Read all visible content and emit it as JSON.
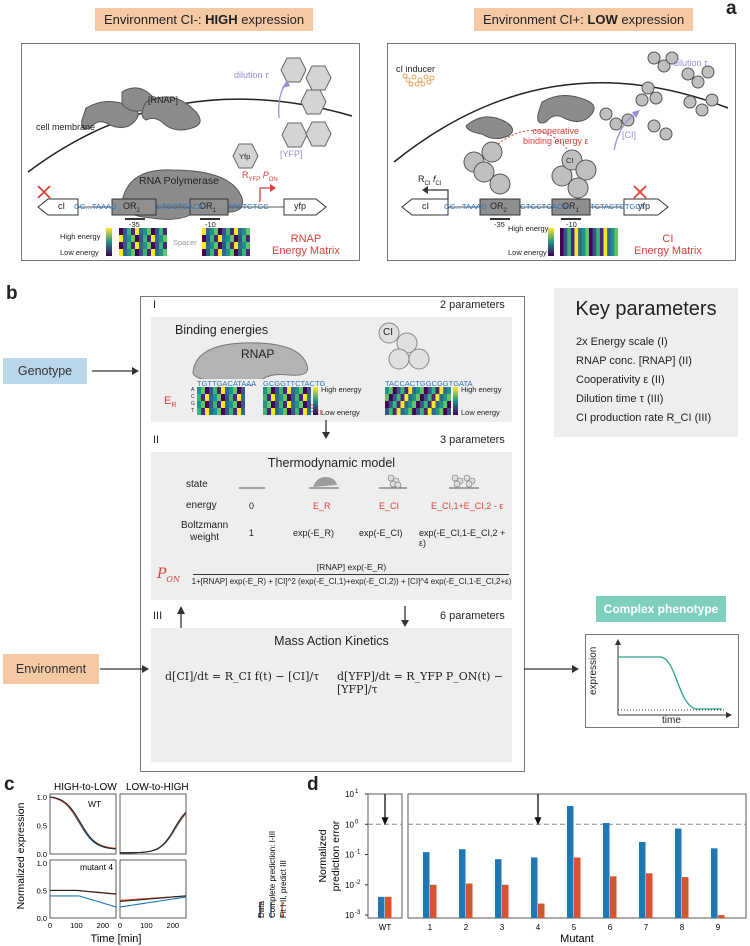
{
  "panel_a": {
    "letter": "a",
    "left": {
      "title_prefix": "Environment CI-: ",
      "title_bold": "HIGH",
      "title_suffix": " expression",
      "cell_membrane": "cell membrane",
      "rnap_conc": "[RNAP]",
      "dilution": "dilution",
      "tau": "τ",
      "yfp_conc": "[YFP]",
      "yfp_protein": "Yfp",
      "rna_polymerase": "RNA Polymerase",
      "r_label": "R",
      "r_sub": "YFP",
      "p_label": "P",
      "p_sub": "ON",
      "gene_ci": "cI",
      "op2": "OR",
      "op2_sub": "2",
      "op1": "OR",
      "op1_sub": "1",
      "gene_yfp": "yfp",
      "pos_35": "-35",
      "pos_10": "-10",
      "seq1": "GG...TAAAG",
      "seq2": "GTGCTGACA",
      "seq3": "TACTGTGC",
      "high_energy": "High energy",
      "low_energy": "Low energy",
      "spacer": "Spacer",
      "matrix_title1": "RNAP",
      "matrix_title2": "Energy Matrix"
    },
    "right": {
      "title_prefix": "Environment CI+: ",
      "title_bold": "LOW",
      "title_suffix": " expression",
      "ci_inducer": "cI inducer",
      "dilution": "dilution",
      "tau": "τ",
      "ci_conc": "[CI]",
      "coop1": "cooperative",
      "coop2": "binding energy ε",
      "ci_protein": "CI",
      "r_ci": "R",
      "r_ci_sub": "CI",
      "f_ci": "f",
      "f_ci_sub": "CI",
      "gene_ci": "cI",
      "op2": "OR",
      "op2_sub": "2",
      "op1": "OR",
      "op1_sub": "1",
      "gene_yfp": "yfp",
      "pos_35": "-35",
      "pos_10": "-10",
      "seq1": "GG...TAAAG",
      "seq2": "GTGCTGACA",
      "seq3": "TCTACTGTGCT",
      "high_energy": "High energy",
      "low_energy": "Low energy",
      "matrix_title1": "CI",
      "matrix_title2": "Energy Matrix"
    }
  },
  "panel_b": {
    "letter": "b",
    "genotype": "Genotype",
    "environment": "Environment",
    "complex_phenotype": "Complex phenotype",
    "pheno_ylabel": "expression",
    "pheno_xlabel": "time",
    "section1": {
      "roman": "I",
      "params": "2 parameters",
      "title": "Binding energies",
      "rnap": "RNAP",
      "ci": "CI",
      "seq_r1": "TGTTGACATAAA",
      "dots": "...",
      "seq_r2": "GCGGTTCTACTG",
      "seq_ci": "TACCACTGGCGGTGATA",
      "e_r": "E",
      "e_r_sub": "R",
      "e_ci": "E",
      "e_ci_sub": "CI",
      "high_energy": "High energy",
      "low_energy": "Low energy",
      "bases": [
        "A",
        "C",
        "G",
        "T"
      ]
    },
    "section2": {
      "roman": "II",
      "params": "3 parameters",
      "title": "Thermodynamic model",
      "row_state": "state",
      "row_energy": "energy",
      "row_weight1": "Boltzmann",
      "row_weight2": "weight",
      "energies": [
        "0",
        "E_R",
        "E_CI",
        "E_CI,1+E_CI,2 - ε"
      ],
      "weights": [
        "1",
        "exp(-E_R)",
        "exp(-E_CI)",
        "exp(-E_CI,1-E_CI,2 + ε)"
      ],
      "pon": "P",
      "pon_sub": "ON",
      "eq_num": "[RNAP] exp(-E_R)",
      "eq_den": "1+[RNAP] exp(-E_R) + [CI]^2 (exp(-E_CI,1)+exp(-E_CI,2)) + [CI]^4 exp(-E_CI,1-E_CI,2+ε)"
    },
    "section3": {
      "roman": "III",
      "params": "6 parameters",
      "title": "Mass Action Kinetics",
      "eq1": "d[CI]/dt = R_CI f(t) − [CI]/τ",
      "eq2": "d[YFP]/dt = R_YFP P_ON(t) − [YFP]/τ"
    },
    "key_parameters": {
      "title": "Key parameters",
      "items": [
        "2x Energy scale (I)",
        "RNAP conc. [RNAP] (II)",
        "Cooperativity ε (II)",
        "Dilution time τ (III)",
        "CI production rate R_CI (III)"
      ]
    }
  },
  "panel_c": {
    "letter": "c",
    "col_titles": [
      "HIGH-to-LOW",
      "LOW-to-HIGH"
    ],
    "row_labels": [
      "WT",
      "mutant 4"
    ],
    "ylabel": "Normalized expression",
    "xlabel": "Time [min]",
    "xticks": [
      "0",
      "100",
      "200",
      "0",
      "100",
      "200"
    ],
    "yticks": [
      "0.0",
      "0.5",
      "1.0"
    ],
    "legend": [
      "Data",
      "Complete prediction: I-III",
      "Fit I-II, predict III"
    ],
    "colors": {
      "data": "#222222",
      "complete": "#1f77b4",
      "fit": "#d9542c"
    }
  },
  "chart_data": {
    "type": "bar",
    "title": "",
    "xlabel": "Mutant",
    "ylabel": "Normalized prediction error",
    "yscale": "log",
    "ylim": [
      0.0008,
      10
    ],
    "yticks": [
      "10^1",
      "10^0",
      "10^-1",
      "10^-2",
      "10^-3"
    ],
    "categories": [
      "WT",
      "1",
      "2",
      "3",
      "4",
      "5",
      "6",
      "7",
      "8",
      "9"
    ],
    "series": [
      {
        "values": [
          0.004,
          0.12,
          0.15,
          0.07,
          0.08,
          4.0,
          1.1,
          0.26,
          0.72,
          0.16
        ],
        "color": "#1f77b4"
      },
      {
        "values": [
          0.004,
          0.01,
          0.011,
          0.01,
          0.0024,
          0.08,
          0.019,
          0.024,
          0.018,
          0.001
        ],
        "color": "#d9542c"
      }
    ],
    "reference_line": 1.0,
    "arrows_at": [
      "WT",
      "4"
    ],
    "grid": false
  },
  "panel_d": {
    "letter": "d",
    "xlabel": "Mutant",
    "ylabel1": "Normalized",
    "ylabel2": "prediction error"
  }
}
